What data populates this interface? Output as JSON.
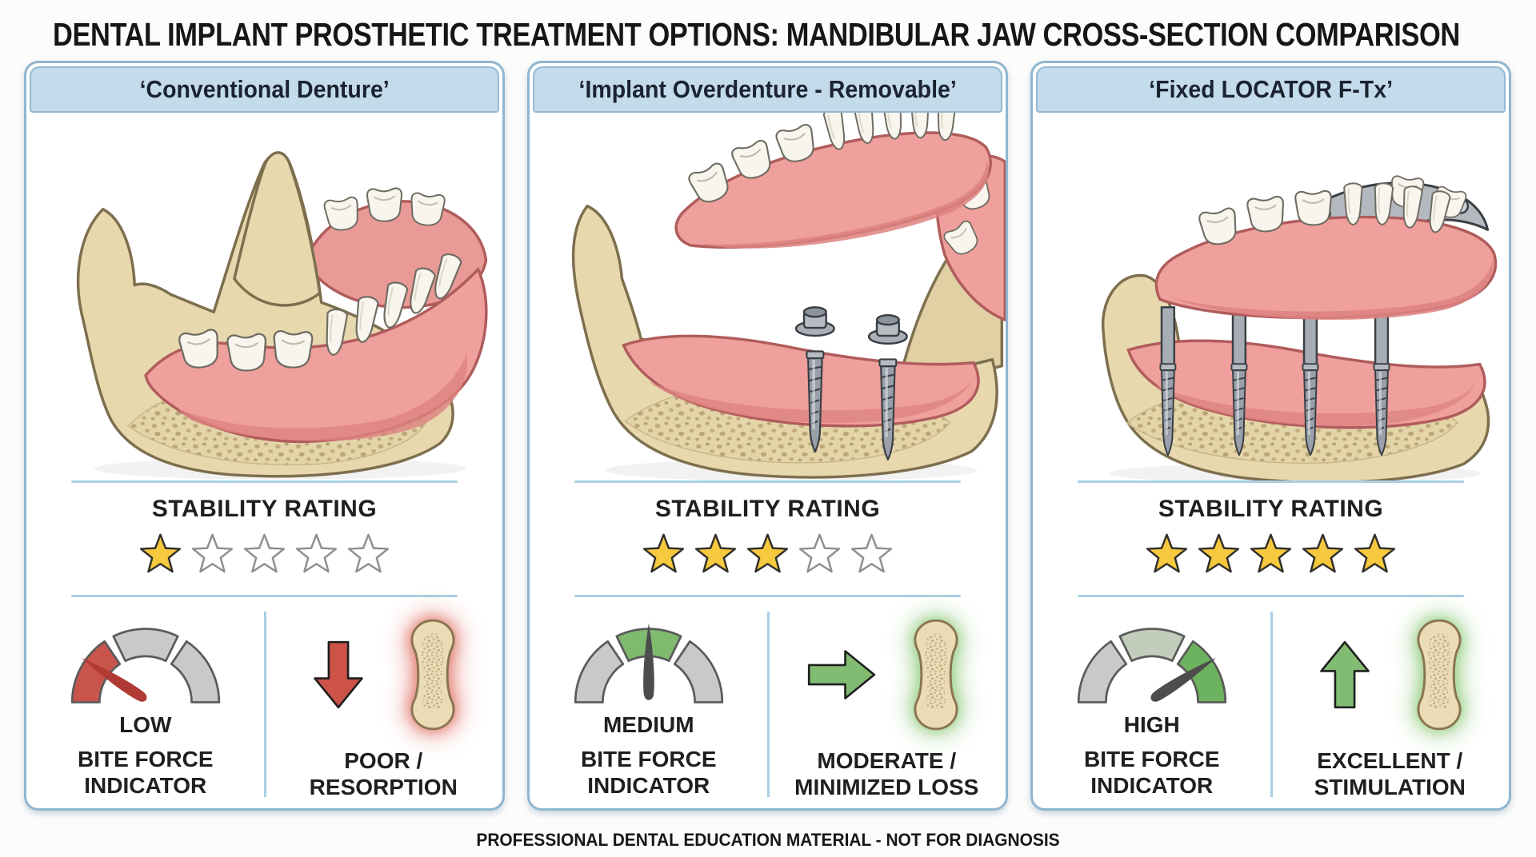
{
  "title": "DENTAL IMPLANT PROSTHETIC TREATMENT OPTIONS: MANDIBULAR JAW CROSS-SECTION COMPARISON",
  "footer": "PROFESSIONAL DENTAL EDUCATION MATERIAL - NOT FOR DIAGNOSIS",
  "stars_total": 5,
  "colors": {
    "panel_border": "#8fb6d1",
    "header_bg": "#c3dbea",
    "divider": "#a9cfe2",
    "star_filled": "#f6c93f",
    "star_filled_stroke": "#33302a",
    "star_empty": "#ffffff",
    "star_empty_stroke": "#8f8f8f",
    "gauge_outline": "#5a5a5a",
    "gauge_inactive": "#c9c9c9"
  },
  "panels": [
    {
      "id": "conventional-denture",
      "header": "‘Conventional Denture’",
      "stability_label": "STABILITY RATING",
      "stability_stars": 1,
      "gauge": {
        "level_label": "LOW",
        "level": "low",
        "caption": "BITE FORCE INDICATOR",
        "segment_colors": [
          "#c9544c",
          "#c9c9c9",
          "#c9c9c9"
        ],
        "needle_color": "#b23a35"
      },
      "bone_status": {
        "arrow_direction": "down",
        "arrow_color": "#cd5349",
        "label": "POOR / RESORPTION",
        "glow_color": "#e4837a"
      }
    },
    {
      "id": "implant-overdenture",
      "header": "‘Implant Overdenture - Removable’",
      "stability_label": "STABILITY RATING",
      "stability_stars": 3,
      "gauge": {
        "level_label": "MEDIUM",
        "level": "medium",
        "caption": "BITE FORCE INDICATOR",
        "segment_colors": [
          "#c9c9c9",
          "#7fba6e",
          "#c9c9c9"
        ],
        "needle_color": "#4d4d4d"
      },
      "bone_status": {
        "arrow_direction": "right",
        "arrow_color": "#82bb72",
        "label": "MODERATE / MINIMIZED LOSS",
        "glow_color": "#9ed18d"
      }
    },
    {
      "id": "fixed-locator",
      "header": "‘Fixed LOCATOR F-Tx’",
      "stability_label": "STABILITY RATING",
      "stability_stars": 5,
      "gauge": {
        "level_label": "HIGH",
        "level": "high",
        "caption": "BITE FORCE INDICATOR",
        "segment_colors": [
          "#c9c9c9",
          "#c2cdbb",
          "#6db25e"
        ],
        "needle_color": "#4d4d4d"
      },
      "bone_status": {
        "arrow_direction": "up",
        "arrow_color": "#82bb72",
        "label": "EXCELLENT / STIMULATION",
        "glow_color": "#9ed18d"
      }
    }
  ]
}
